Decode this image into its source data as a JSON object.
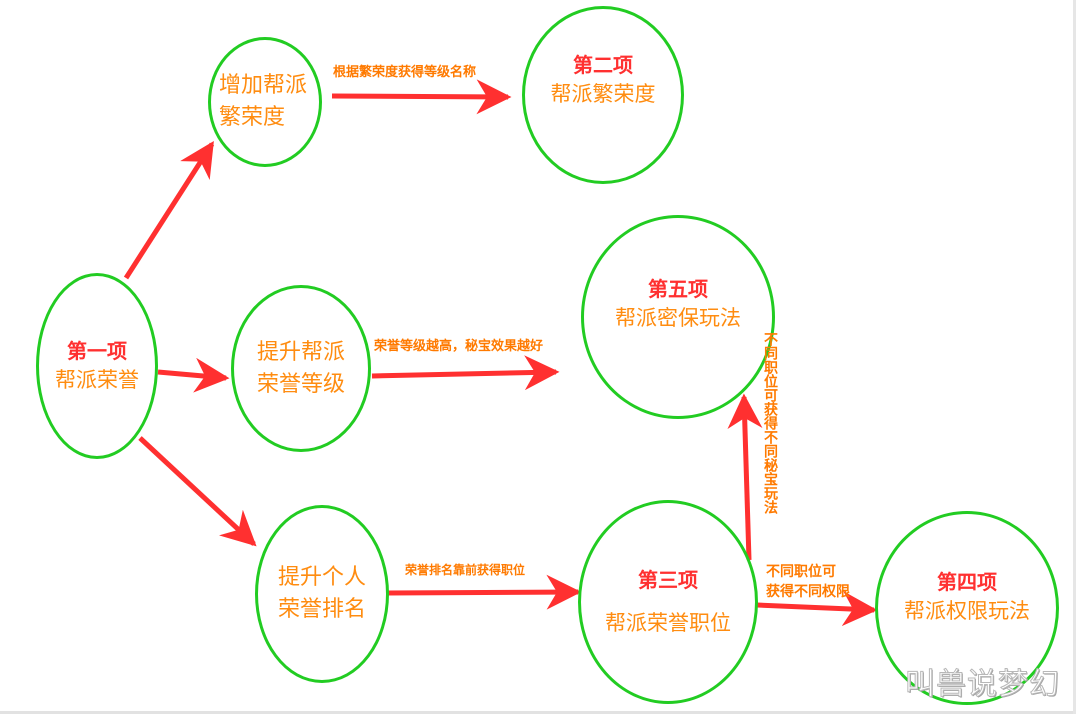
{
  "diagram": {
    "colors": {
      "node_border": "#22cc22",
      "arrow": "#ff3030",
      "title_text": "#ff3030",
      "body_text": "#ff8c10",
      "label_text": "#ff7a00"
    },
    "nodes": {
      "item1": {
        "title": "第一项",
        "text": "帮派荣誉"
      },
      "increase_prosperity": {
        "line1": "增加帮派",
        "line2": "繁荣度"
      },
      "raise_honor_level": {
        "line1": "提升帮派",
        "line2": "荣誉等级"
      },
      "raise_personal_rank": {
        "line1": "提升个人",
        "line2": "荣誉排名"
      },
      "item2": {
        "title": "第二项",
        "text": "帮派繁荣度"
      },
      "item5": {
        "title": "第五项",
        "text": "帮派密保玩法"
      },
      "item3": {
        "title": "第三项",
        "text": "帮派荣誉职位"
      },
      "item4": {
        "title": "第四项",
        "text": "帮派权限玩法"
      }
    },
    "edge_labels": {
      "prosperity_to_item2": "根据繁荣度获得等级名称",
      "honor_level_to_item5": "荣誉等级越高，秘宝效果越好",
      "rank_to_item3": "荣誉排名靠前获得职位",
      "item3_to_item5": "不同职位可获得不同秘宝玩法",
      "item3_to_item4_line1": "不同职位可",
      "item3_to_item4_line2": "获得不同权限"
    },
    "watermark": "叫兽说梦幻"
  }
}
